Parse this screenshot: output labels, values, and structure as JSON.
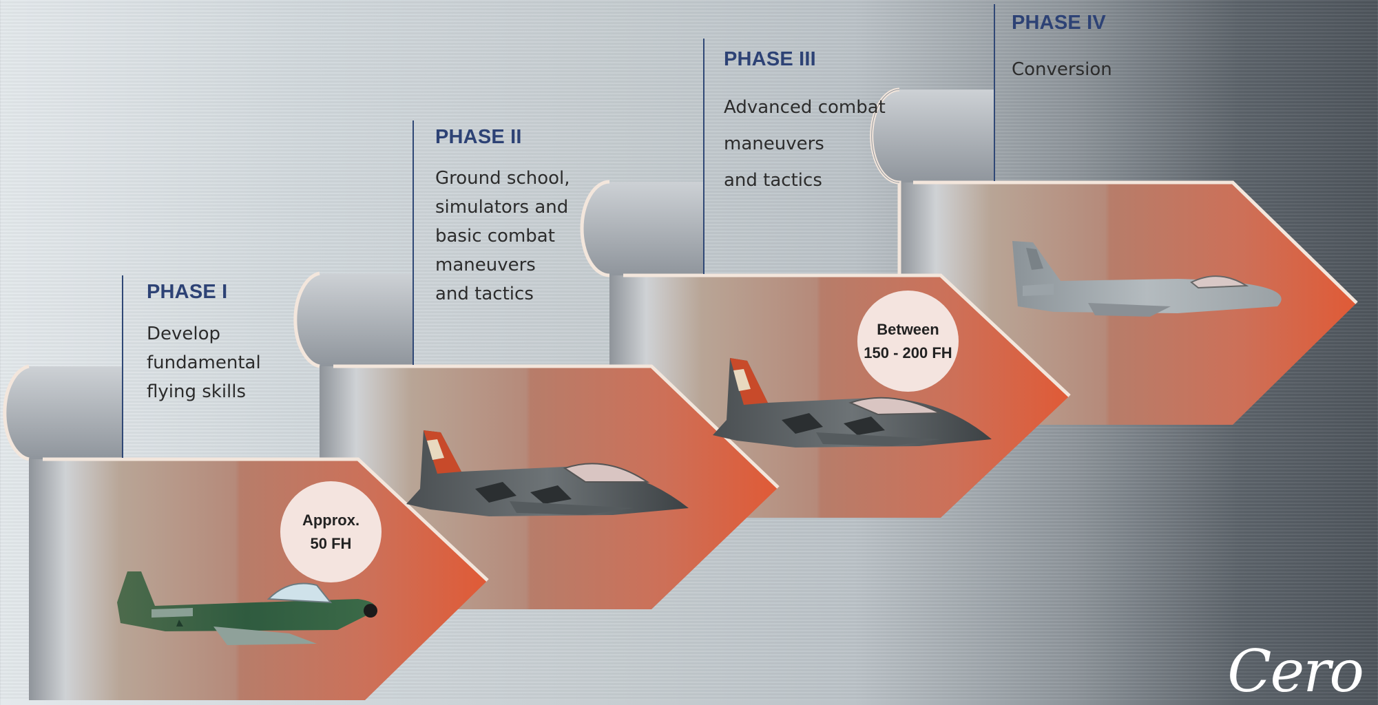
{
  "colors": {
    "title": "#2d4275",
    "accent_orange": "#e05a36",
    "ribbon_tan": "#c3a48e",
    "badge_bg": "#f4e4df",
    "divider": "#2f4775"
  },
  "phases": [
    {
      "title": "PHASE I",
      "description_lines": [
        "Develop",
        "fundamental",
        "flying skills"
      ],
      "badge_lines": [
        "Approx.",
        "50 FH"
      ],
      "aircraft": "turboprop-trainer-icon"
    },
    {
      "title": "PHASE II",
      "description_lines": [
        "Ground school,",
        "simulators and",
        "basic combat",
        "maneuvers",
        "and tactics"
      ],
      "aircraft": "jet-trainer-icon"
    },
    {
      "title": "PHASE III",
      "description_lines": [
        "Advanced combat",
        "maneuvers",
        "and tactics"
      ],
      "badge_lines": [
        "Between",
        "150 - 200 FH"
      ],
      "aircraft": "jet-trainer-icon"
    },
    {
      "title": "PHASE IV",
      "description_lines": [
        "Conversion"
      ],
      "aircraft": "fighter-jet-icon"
    }
  ],
  "logo": {
    "text": "Cero"
  }
}
